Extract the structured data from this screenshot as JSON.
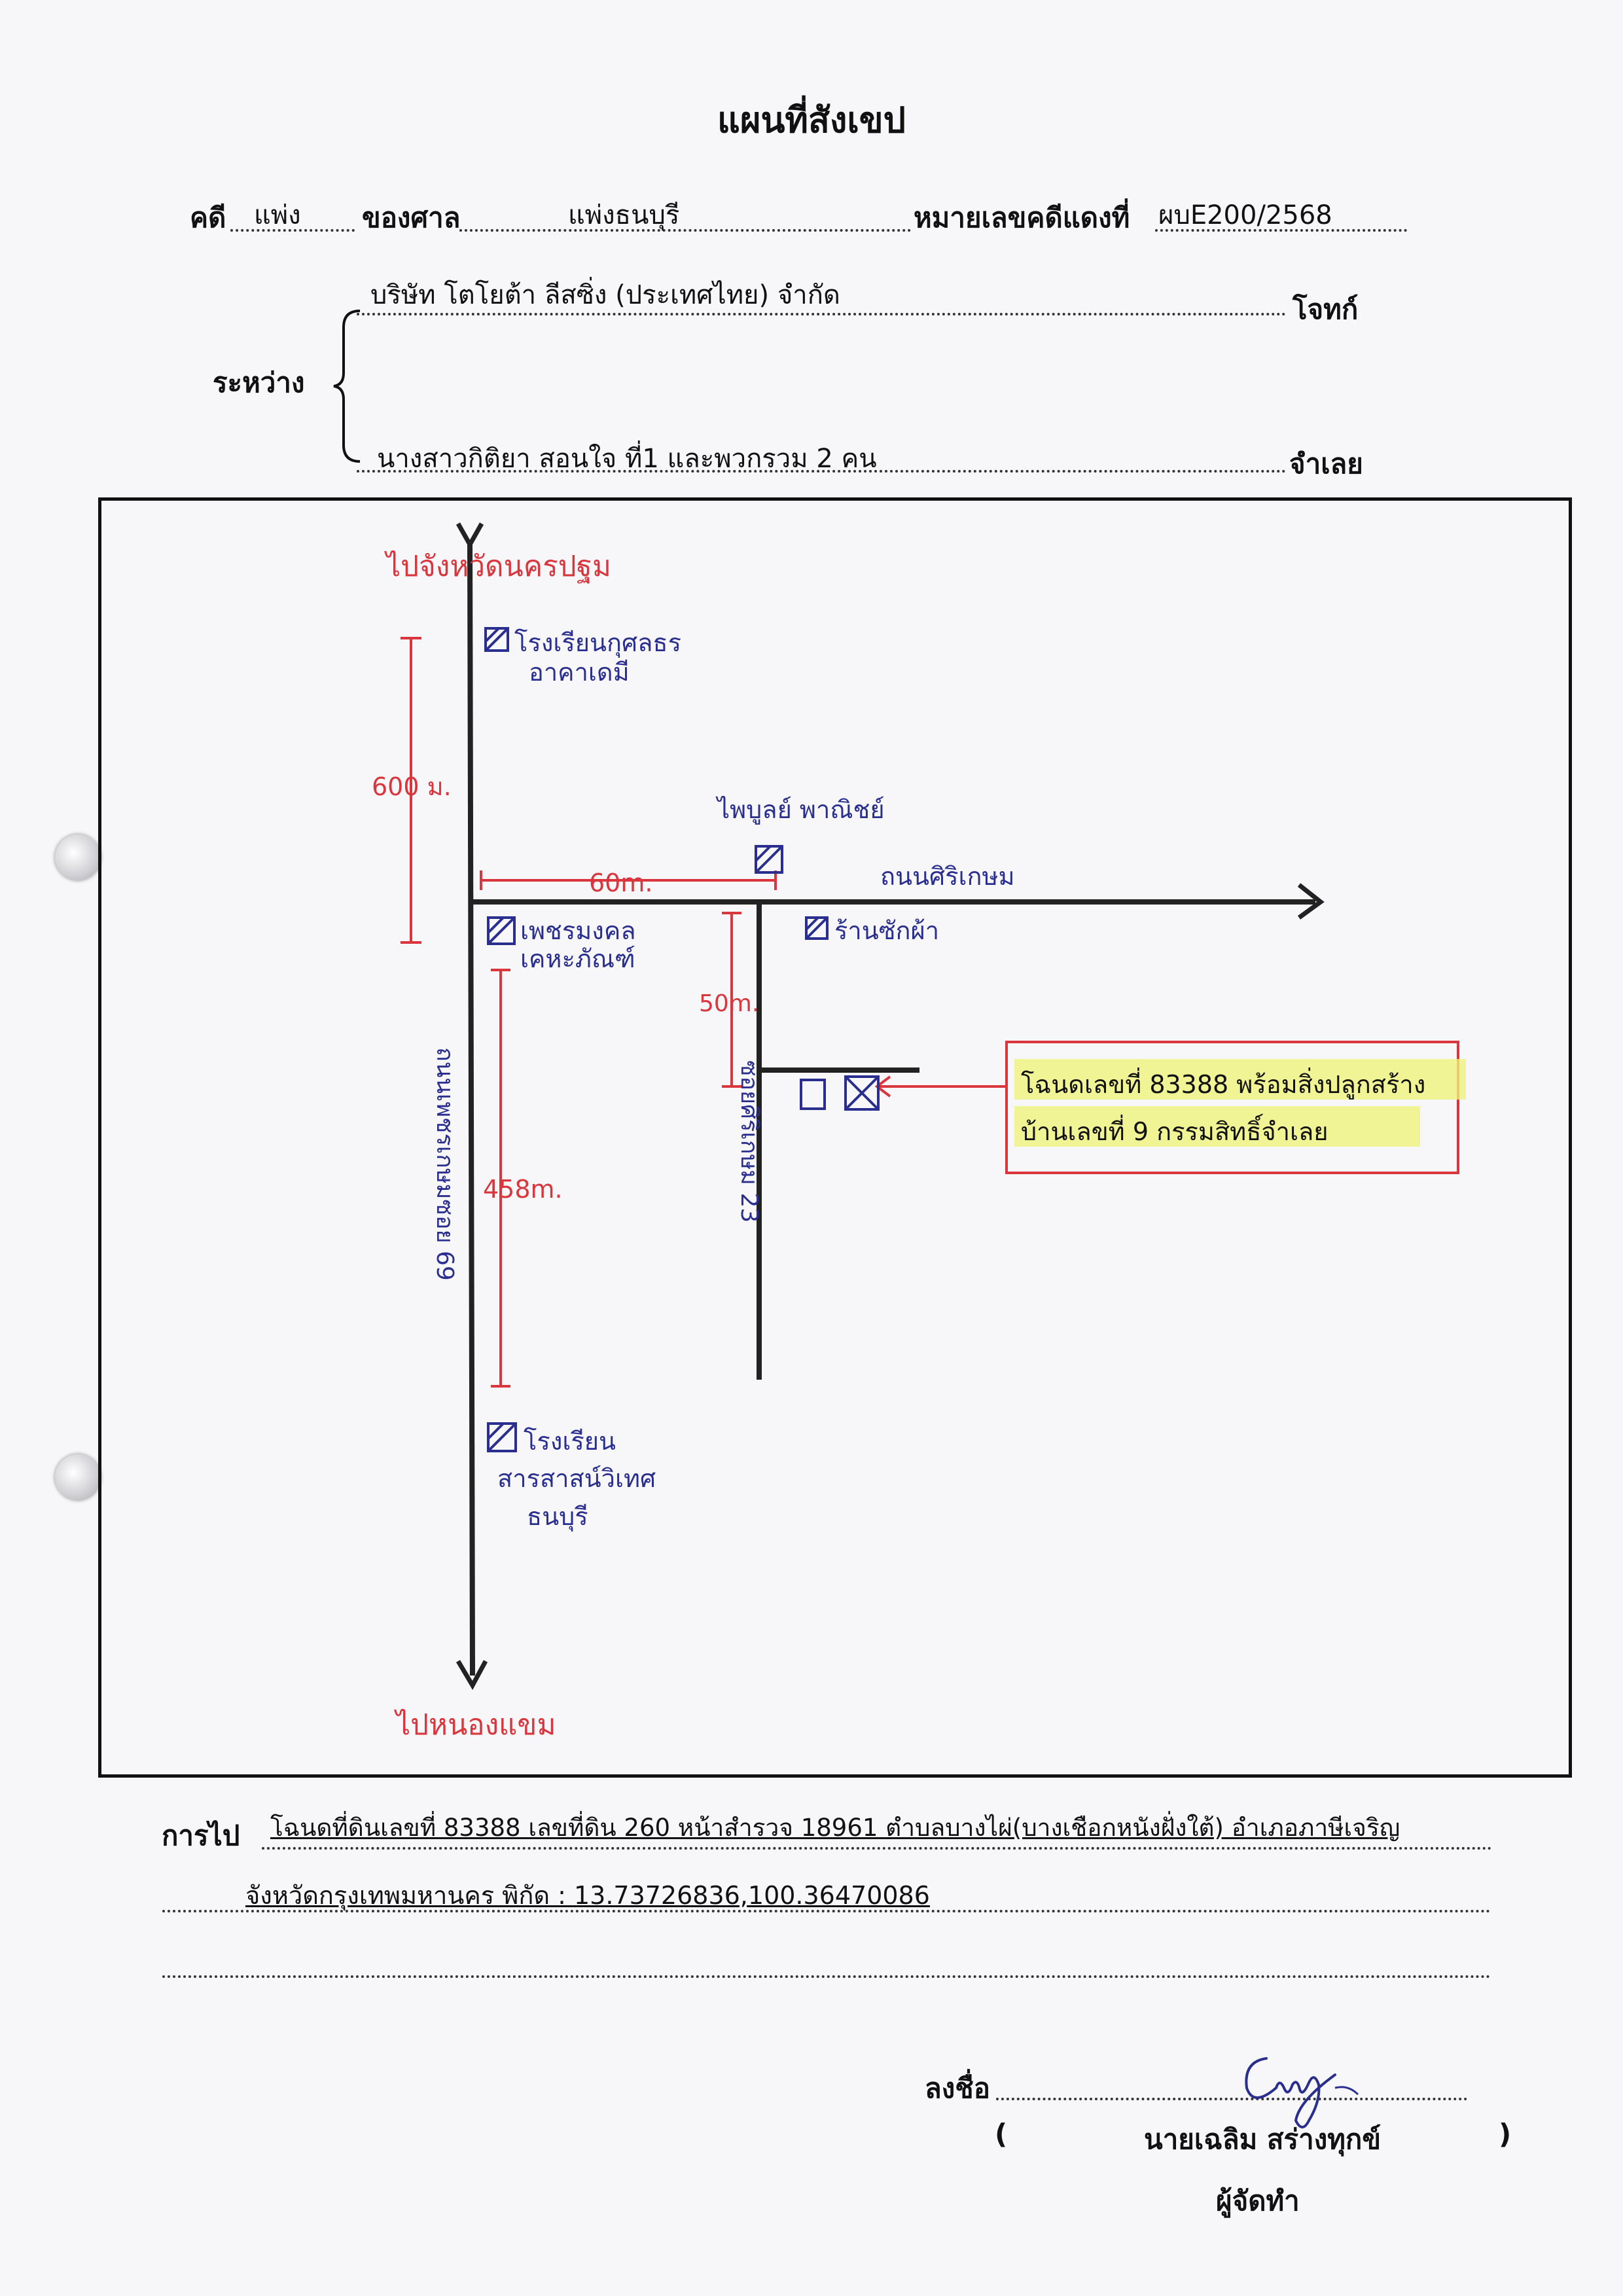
{
  "title": "แผนที่สังเขป",
  "header": {
    "case_label": "คดี",
    "case_type": "แพ่ง",
    "court_label": "ของศาล",
    "court_name": "แพ่งธนบุรี",
    "red_case_label": "หมายเลขคดีแดงที่",
    "red_case_number": "ผบE200/2568"
  },
  "parties": {
    "between_label": "ระหว่าง",
    "plaintiff": "บริษัท โตโยต้า ลีสซิ่ง (ประเทศไทย) จำกัด",
    "plaintiff_label": "โจทก์",
    "defendant": "นางสาวกิติยา สอนใจ ที่1 และพวกรวม 2 คน",
    "defendant_label": "จำเลย"
  },
  "map": {
    "to_north": "ไปจังหวัดนครปฐม",
    "to_south": "ไปหนองแขม",
    "school_top": [
      "โรงเรียนกุศลธร",
      "อาคาเดมี"
    ],
    "shop_corner_top": "ไพบูลย์ พาณิชย์",
    "east_road": "ถนนศิริเกษม",
    "shop_corner_se": "ร้านซักผ้า",
    "shop_corner_sw": [
      "เพชรมงคล",
      "เคหะภัณฑ์"
    ],
    "main_road": "ถนนเพชรเกษมซอย 69",
    "soi_label": "ซอยศิริเกษม 23",
    "dist_north": "600 ม.",
    "dist_east": "60m.",
    "dist_soi": "50m.",
    "dist_south": "458m.",
    "school_bottom": [
      "โรงเรียน",
      "สารสาสน์วิเทศ",
      "ธนบุรี"
    ],
    "target_note": [
      "โฉนดเลขที่ 83388 พร้อมสิ่งปลูกสร้าง",
      "บ้านเลขที่ 9 กรรมสิทธิ์จำเลย"
    ]
  },
  "directions": {
    "label": "การไป",
    "line1": "โฉนดที่ดินเลขที่ 83388 เลขที่ดิน 260 หน้าสำรวจ 18961 ตำบลบางไผ่(บางเชือกหนังฝั่งใต้) อำเภอภาษีเจริญ",
    "line2": "จังหวัดกรุงเทพมหานคร พิกัด : 13.73726836,100.36470086"
  },
  "signature": {
    "sign_label": "ลงชื่อ",
    "open_paren": "(",
    "name": "นายเฉลิม สร่างทุกข์",
    "close_paren": ")",
    "role": "ผู้จัดทำ"
  },
  "colors": {
    "ink": "#111111",
    "red_pen": "#d9363e",
    "blue_pen": "#2a2f8f",
    "highlight": "#eef27a"
  }
}
